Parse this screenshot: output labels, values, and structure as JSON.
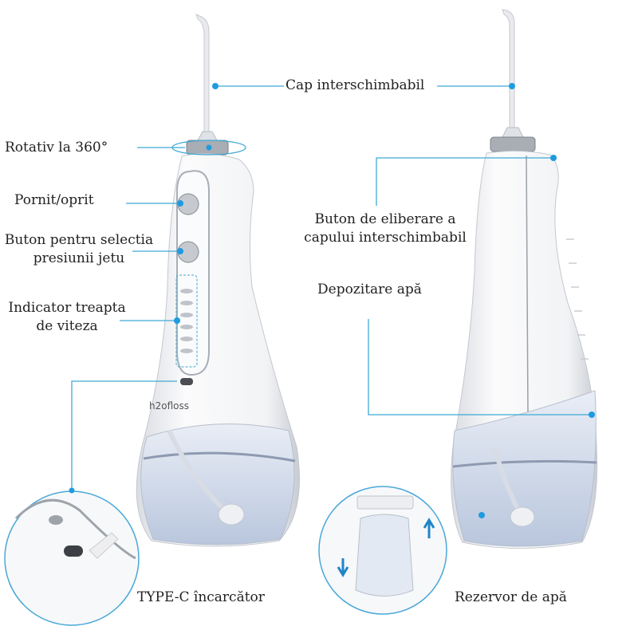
{
  "colors": {
    "callout_line": "#3fa9d6",
    "callout_dot": "#1e9be0",
    "text": "#222222",
    "device_body": "#f4f5f7",
    "water": "#c9d3e6"
  },
  "brand_on_device": "h2ofloss",
  "labels": {
    "nozzle": "Cap interschimbabil",
    "rotate": "Rotativ la 360°",
    "power": "Pornit/oprit",
    "pressure_line1": "Buton pentru selectia",
    "pressure_line2": "presiunii jetu",
    "indicator_line1": "Indicator treapta",
    "indicator_line2": "de viteza",
    "release_line1": "Buton de eliberare a",
    "release_line2": "capului interschimbabil",
    "storage": "Depozitare apă",
    "charger": "TYPE-C încarcător",
    "tank": "Rezervor de apă"
  }
}
